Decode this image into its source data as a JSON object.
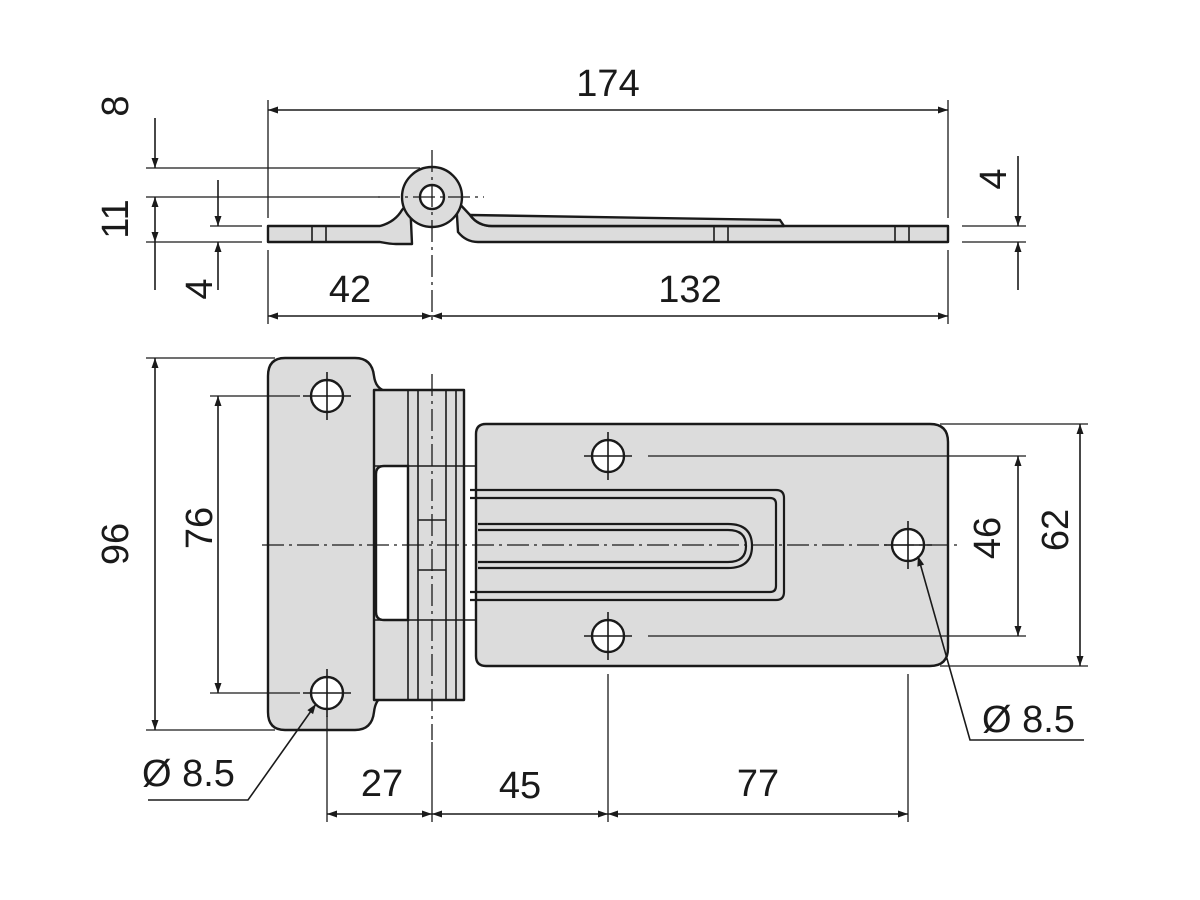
{
  "dimensions": {
    "overall_length": "174",
    "left_leaf_length": "42",
    "right_leaf_length": "132",
    "pin_offset": "8",
    "knuckle_height": "11",
    "leaf_thickness_left": "4",
    "leaf_thickness_right": "4",
    "left_leaf_width": "96",
    "left_hole_spacing": "76",
    "right_hole_spacing": "46",
    "right_leaf_width": "62",
    "left_hole_offset": "27",
    "right_hole_offset_1": "45",
    "right_hole_offset_2": "77",
    "hole_dia_left": "Ø 8.5",
    "hole_dia_right": "Ø 8.5"
  }
}
